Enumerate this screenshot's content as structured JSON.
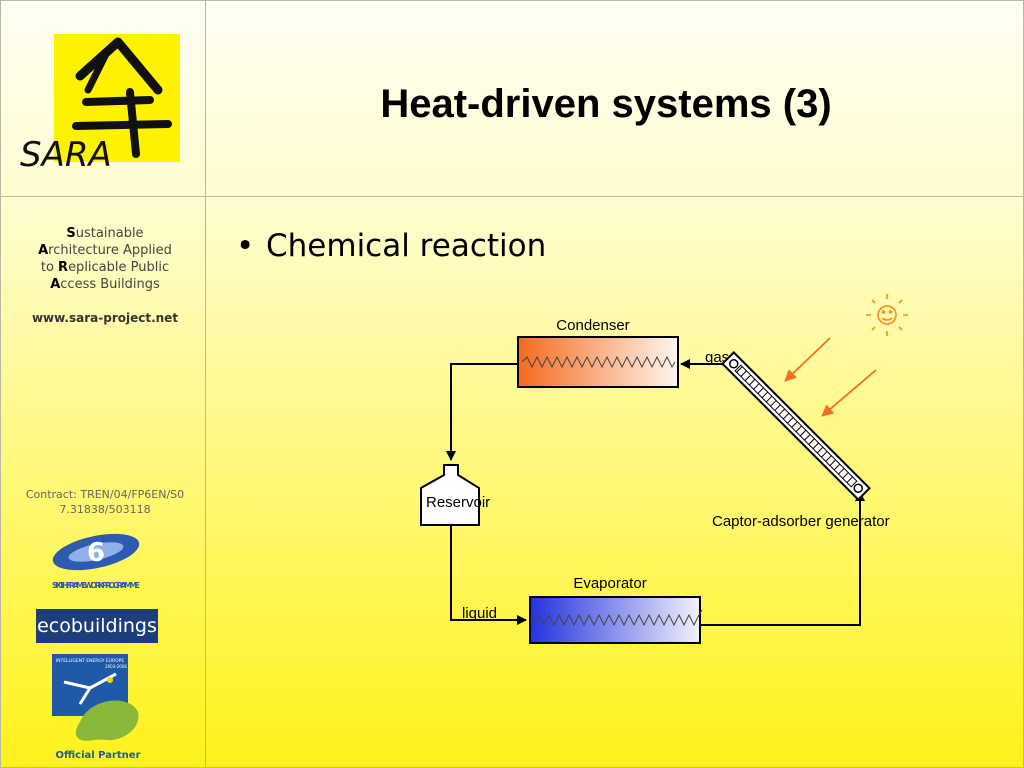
{
  "header": {
    "title": "Heat-driven systems (3)",
    "logo_text": "SARA"
  },
  "sidebar": {
    "acronym": [
      {
        "initial": "S",
        "rest": "ustainable"
      },
      {
        "initial": "A",
        "rest": "rchitecture Applied"
      },
      {
        "pre": "to ",
        "initial": "R",
        "rest": "eplicable Public"
      },
      {
        "initial": "A",
        "rest": "ccess Buildings"
      }
    ],
    "website": "www.sara-project.net",
    "contract": "Contract: TREN/04/FP6EN/S07.31838/503118",
    "fp6_logo_text": "SIXTH FRAMEWORK PROGRAMME",
    "eco_logo_text": "ecobuildings",
    "iee_logo_top": "INTELLIGENT ENERGY EUROPE",
    "iee_logo_years": "2003-2006",
    "official_partner": "Official Partner"
  },
  "content": {
    "bullet": "Chemical reaction"
  },
  "diagram": {
    "condenser_label": "Condenser",
    "gas_label": "gas",
    "reservoir_label": "Reservoir",
    "collector_label": "Captor-adsorber generator",
    "evaporator_label": "Evaporator",
    "liquid_label": "liquid",
    "colors": {
      "condenser_hot": "#f46a1e",
      "evaporator_cold": "#2233dd",
      "sun": "#ff8a1c",
      "rays": "#f07020"
    }
  }
}
